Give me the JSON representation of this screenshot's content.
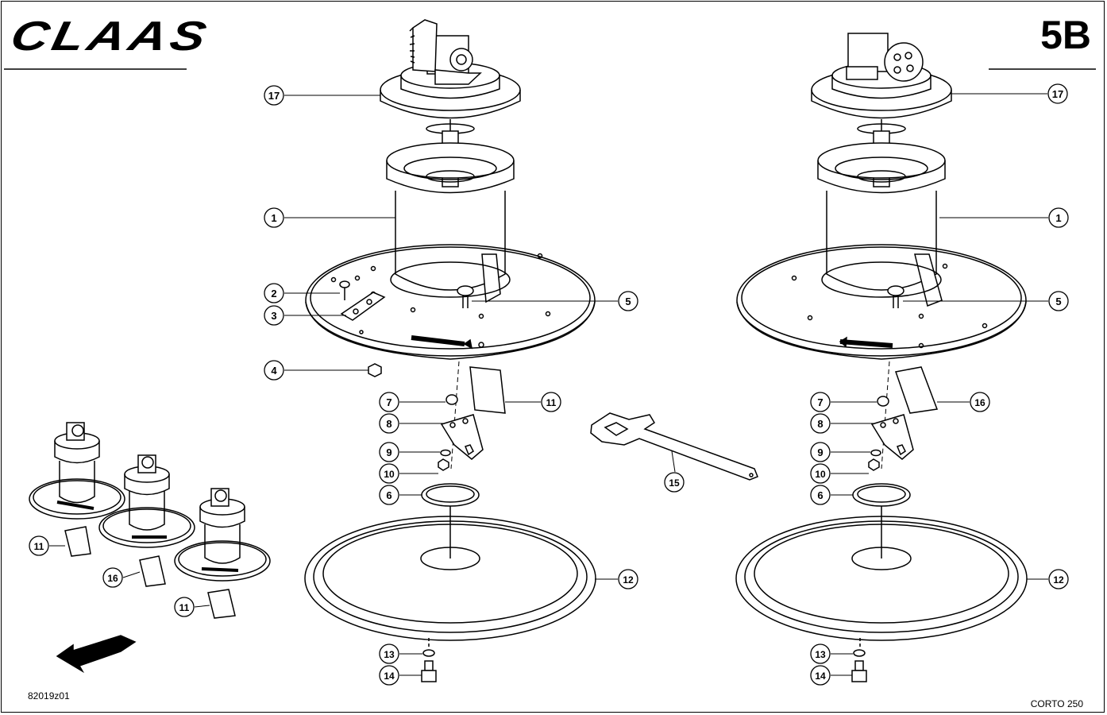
{
  "header": {
    "brand": "CLAAS",
    "page_code": "5B"
  },
  "footer": {
    "drawing_id": "82019z01",
    "model": "CORTO 250"
  },
  "labels": {
    "n1": "1",
    "n2": "2",
    "n3": "3",
    "n4": "4",
    "n5": "5",
    "n6": "6",
    "n7": "7",
    "n8": "8",
    "n9": "9",
    "n10": "10",
    "n11": "11",
    "n12": "12",
    "n13": "13",
    "n14": "14",
    "n15": "15",
    "n16": "16",
    "n17": "17"
  }
}
